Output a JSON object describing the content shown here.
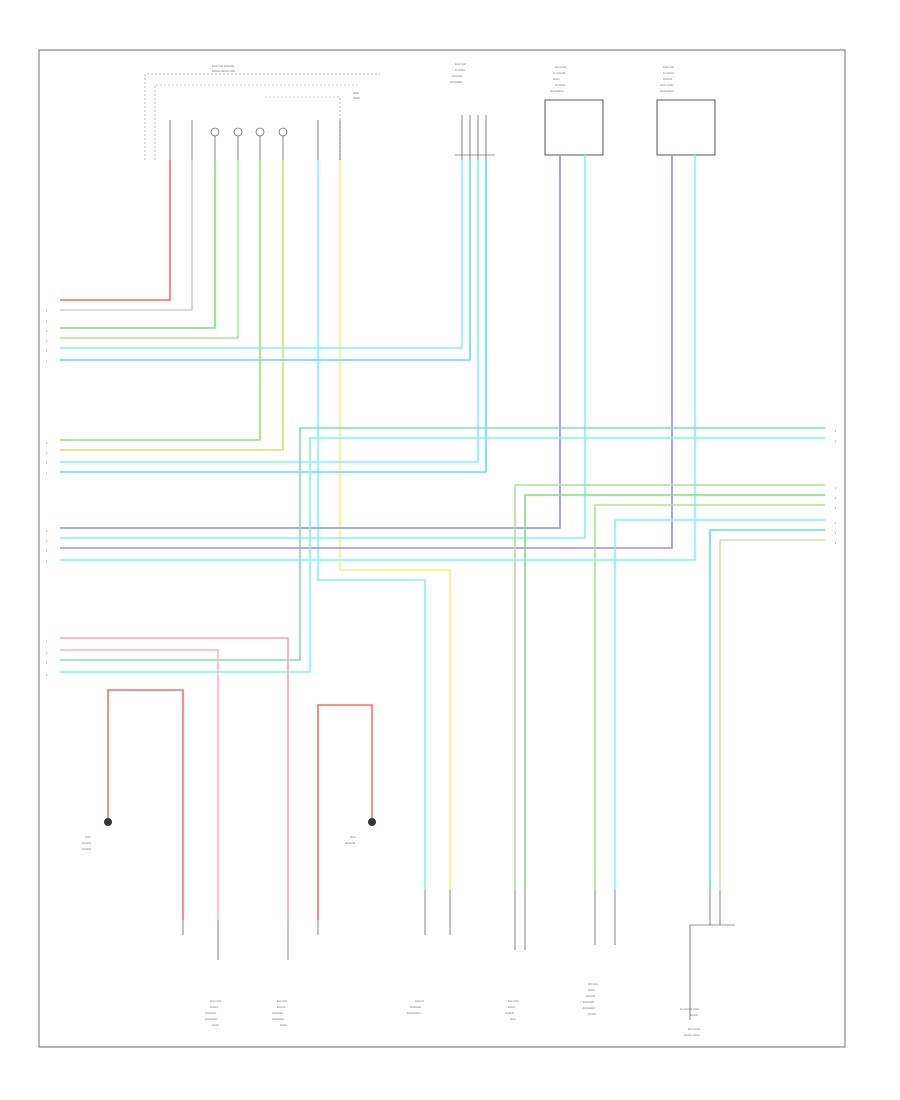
{
  "page": {
    "footer_code": ""
  },
  "wire_colors": {
    "red": "#ff7a7a",
    "pink": "#ff9db3",
    "green": "#7fe07f",
    "lightgreen": "#a6e88a",
    "cyan": "#7ff3f3",
    "aqua": "#5fe0e8",
    "yellow": "#f4f47a",
    "blue": "#8a8aff",
    "violet": "#c48aff",
    "orange": "#ffc48a",
    "gray": "#cfcfcf"
  },
  "left_connector_pins": [
    {
      "group": "A",
      "pins": [
        "1",
        "2",
        "3",
        "4",
        "5",
        "6"
      ]
    },
    {
      "group": "B",
      "pins": [
        "1",
        "2",
        "3",
        "4"
      ]
    },
    {
      "group": "C",
      "pins": [
        "1",
        "2",
        "3",
        "4"
      ]
    },
    {
      "group": "D",
      "pins": [
        "1",
        "2",
        "3",
        "4"
      ]
    }
  ],
  "right_connector_pins": [
    {
      "group": "E",
      "pins": [
        "1",
        "2"
      ]
    },
    {
      "group": "F",
      "pins": [
        "1",
        "2",
        "3",
        "4",
        "5",
        "6"
      ]
    }
  ]
}
